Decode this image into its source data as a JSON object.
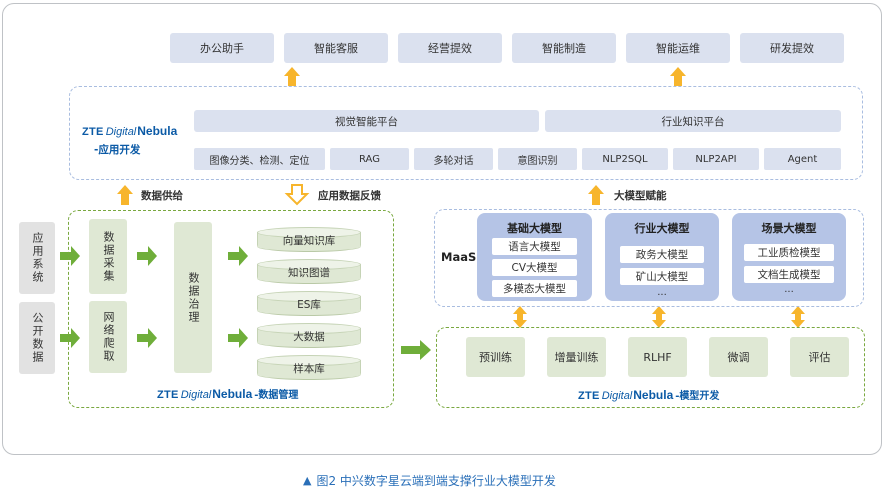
{
  "top_apps": [
    "办公助手",
    "智能客服",
    "经营提效",
    "智能制造",
    "智能运维",
    "研发提效"
  ],
  "app_layer": {
    "brand": {
      "zte": "ZTE",
      "digital": "Digital",
      "nebula": "Nebula",
      "suffix": "-应用开发"
    },
    "platforms": [
      "视觉智能平台",
      "行业知识平台"
    ],
    "tools": [
      "图像分类、检测、定位",
      "RAG",
      "多轮对话",
      "意图识别",
      "NLP2SQL",
      "NLP2API",
      "Agent"
    ]
  },
  "flow_labels": {
    "data_supply": "数据供给",
    "data_feedback": "应用数据反馈",
    "model_empower": "大模型赋能"
  },
  "sources": [
    "应用系统",
    "公开数据"
  ],
  "data_mgmt": {
    "brand": {
      "zte": "ZTE",
      "digital": "Digital",
      "nebula": "Nebula",
      "suffix": "-数据管理"
    },
    "collectors": [
      "数据采集",
      "网络爬取"
    ],
    "governance": "数据治理",
    "stores": [
      "向量知识库",
      "知识图谱",
      "ES库",
      "大数据",
      "样本库"
    ]
  },
  "maas": {
    "label": "MaaS",
    "groups": [
      {
        "title": "基础大模型",
        "items": [
          "语言大模型",
          "CV大模型",
          "多模态大模型"
        ],
        "more": ""
      },
      {
        "title": "行业大模型",
        "items": [
          "政务大模型",
          "矿山大模型"
        ],
        "more": "..."
      },
      {
        "title": "场景大模型",
        "items": [
          "工业质检模型",
          "文档生成模型"
        ],
        "more": "..."
      }
    ]
  },
  "model_dev": {
    "brand": {
      "zte": "ZTE",
      "digital": "Digital",
      "nebula": "Nebula",
      "suffix": "-模型开发"
    },
    "steps": [
      "预训练",
      "增量训练",
      "RLHF",
      "微调",
      "评估"
    ]
  },
  "caption": {
    "marker": "▲",
    "text": "图2  中兴数字星云端到端支撑行业大模型开发"
  },
  "colors": {
    "arrow_orange": "#f7b52c",
    "arrow_green": "#6fae3a",
    "dash_blue": "#a9bde0",
    "dash_green": "#79a83f",
    "brand_blue": "#0b5aa6"
  }
}
